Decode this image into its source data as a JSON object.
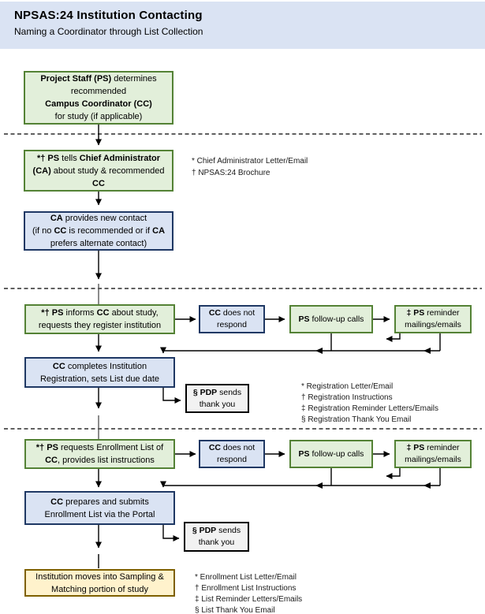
{
  "header": {
    "title": "NPSAS:24 Institution Contacting",
    "subtitle": "Naming a Coordinator through List Collection"
  },
  "colors": {
    "header_bg": "#dae3f3",
    "green_fill": "#e2efda",
    "green_border": "#548235",
    "blue_fill": "#dae3f3",
    "blue_border": "#1f3864",
    "gray_fill": "#f2f2f2",
    "gray_border": "#000000",
    "yellow_fill": "#fff2cc",
    "yellow_border": "#7f6000",
    "line": "#000000"
  },
  "flowchart": {
    "boxes": {
      "ps_determines": {
        "style": "green",
        "lines": [
          [
            {
              "t": "Project Staff (PS)",
              "b": 1
            },
            {
              "t": " determines",
              "b": 0
            }
          ],
          [
            {
              "t": "recommended",
              "b": 0
            }
          ],
          [
            {
              "t": "Campus Coordinator (CC)",
              "b": 1
            }
          ],
          [
            {
              "t": "for study (if applicable)",
              "b": 0
            }
          ]
        ]
      },
      "ps_tells_ca": {
        "style": "green",
        "lines": [
          [
            {
              "t": "*† PS",
              "b": 1
            },
            {
              "t": " tells ",
              "b": 0
            },
            {
              "t": "Chief Administrator",
              "b": 1
            }
          ],
          [
            {
              "t": "(CA)",
              "b": 1
            },
            {
              "t": " about study & recommended",
              "b": 0
            }
          ],
          [
            {
              "t": "CC",
              "b": 1
            }
          ]
        ]
      },
      "ca_provides": {
        "style": "blue",
        "lines": [
          [
            {
              "t": "CA",
              "b": 1
            },
            {
              "t": " provides new contact",
              "b": 0
            }
          ],
          [
            {
              "t": "(if no ",
              "b": 0
            },
            {
              "t": "CC",
              "b": 1
            },
            {
              "t": " is recommended or if ",
              "b": 0
            },
            {
              "t": "CA",
              "b": 1
            }
          ],
          [
            {
              "t": "prefers alternate contact)",
              "b": 0
            }
          ]
        ]
      },
      "ps_informs": {
        "style": "green",
        "lines": [
          [
            {
              "t": "*† PS",
              "b": 1
            },
            {
              "t": " informs ",
              "b": 0
            },
            {
              "t": "CC",
              "b": 1
            },
            {
              "t": " about study,",
              "b": 0
            }
          ],
          [
            {
              "t": "requests they register institution",
              "b": 0
            }
          ]
        ]
      },
      "cc_no_respond": {
        "style": "blue",
        "lines": [
          [
            {
              "t": "CC",
              "b": 1
            },
            {
              "t": " does not",
              "b": 0
            }
          ],
          [
            {
              "t": "respond",
              "b": 0
            }
          ]
        ]
      },
      "ps_followup": {
        "style": "green",
        "lines": [
          [
            {
              "t": "PS",
              "b": 1
            },
            {
              "t": " follow-up calls",
              "b": 0
            }
          ]
        ]
      },
      "ps_reminder": {
        "style": "green",
        "lines": [
          [
            {
              "t": "‡ PS",
              "b": 1
            },
            {
              "t": " reminder",
              "b": 0
            }
          ],
          [
            {
              "t": "mailings/emails",
              "b": 0
            }
          ]
        ]
      },
      "cc_registration": {
        "style": "blue",
        "lines": [
          [
            {
              "t": "CC",
              "b": 1
            },
            {
              "t": " completes Institution",
              "b": 0
            }
          ],
          [
            {
              "t": "Registration, sets List due date",
              "b": 0
            }
          ]
        ]
      },
      "pdp_thanks": {
        "style": "white",
        "lines": [
          [
            {
              "t": "§ PDP",
              "b": 1
            },
            {
              "t": " sends",
              "b": 0
            }
          ],
          [
            {
              "t": "thank you",
              "b": 0
            }
          ]
        ]
      },
      "ps_requests_list": {
        "style": "green",
        "lines": [
          [
            {
              "t": "*† PS",
              "b": 1
            },
            {
              "t": " requests Enrollment List of",
              "b": 0
            }
          ],
          [
            {
              "t": "CC",
              "b": 1
            },
            {
              "t": ", provides list instructions",
              "b": 0
            }
          ]
        ]
      },
      "cc_submits": {
        "style": "blue",
        "lines": [
          [
            {
              "t": "CC",
              "b": 1
            },
            {
              "t": " prepares and submits",
              "b": 0
            }
          ],
          [
            {
              "t": "Enrollment List via the Portal",
              "b": 0
            }
          ]
        ]
      },
      "sampling": {
        "style": "yellow",
        "lines": [
          [
            {
              "t": "Institution moves into Sampling &",
              "b": 0
            }
          ],
          [
            {
              "t": "Matching portion of study",
              "b": 0
            }
          ]
        ]
      }
    },
    "footnotes": {
      "group1": [
        "* Chief Administrator Letter/Email",
        "† NPSAS:24 Brochure"
      ],
      "group2": [
        "* Registration Letter/Email",
        "† Registration Instructions",
        "‡ Registration Reminder Letters/Emails",
        "§ Registration Thank You Email"
      ],
      "group3": [
        "* Enrollment List Letter/Email",
        "† Enrollment List Instructions",
        "‡ List Reminder Letters/Emails",
        "§ List Thank You Email"
      ]
    }
  }
}
